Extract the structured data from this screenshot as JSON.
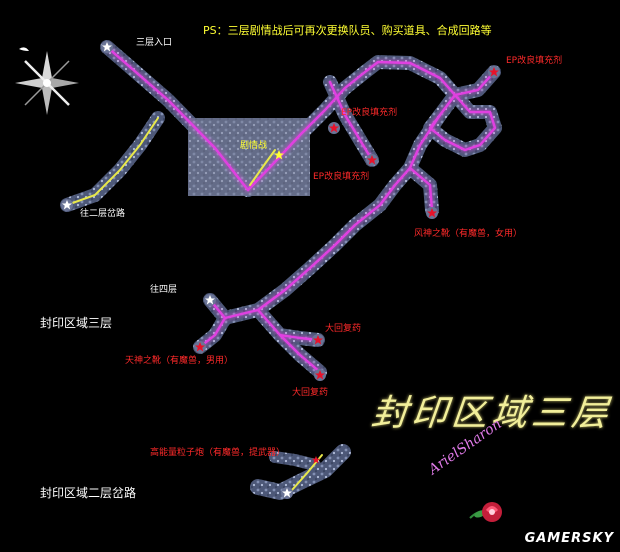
{
  "notice": "PS：三层剧情战后可再次更换队员、购买道具、合成回路等",
  "region_labels": {
    "third_floor": "封印区域三层",
    "second_floor_branch": "封印区域二层岔路"
  },
  "map_title": "封印区域三层",
  "signature": "ArielSharon",
  "watermark": "GAMERSKY",
  "markers": {
    "entrance": "三层入口",
    "branch_to_floor2": "往二层岔路",
    "story_battle": "剧情战",
    "to_floor4": "往四层",
    "ep_refill_1": "EP改良填充剂",
    "ep_refill_2": "EP改良填充剂",
    "ep_refill_3": "EP改良填充剂",
    "wind_god_boots": "风神之靴（有魔兽，女用）",
    "heaven_god_boots": "天神之靴（有魔兽，男用）",
    "great_recovery_1": "大回复药",
    "great_recovery_2": "大回复药",
    "particle_cannon": "高能量粒子炮（有魔兽，提武器）"
  },
  "colors": {
    "path": "#e040e0",
    "path_glow": "#ff66ff",
    "yellow_path": "#e8e84a",
    "corridor": "#5d6a8a",
    "white_star": "#ffffff",
    "red_star": "#e8122a",
    "white_text": "#ffffff",
    "red_text": "#ff2a2a",
    "yellow_text": "#ffff33"
  },
  "icons": {
    "compass": "compass-rose-icon",
    "white_marker": "white-star-icon",
    "red_marker": "red-star-icon",
    "rose": "rose-icon"
  }
}
